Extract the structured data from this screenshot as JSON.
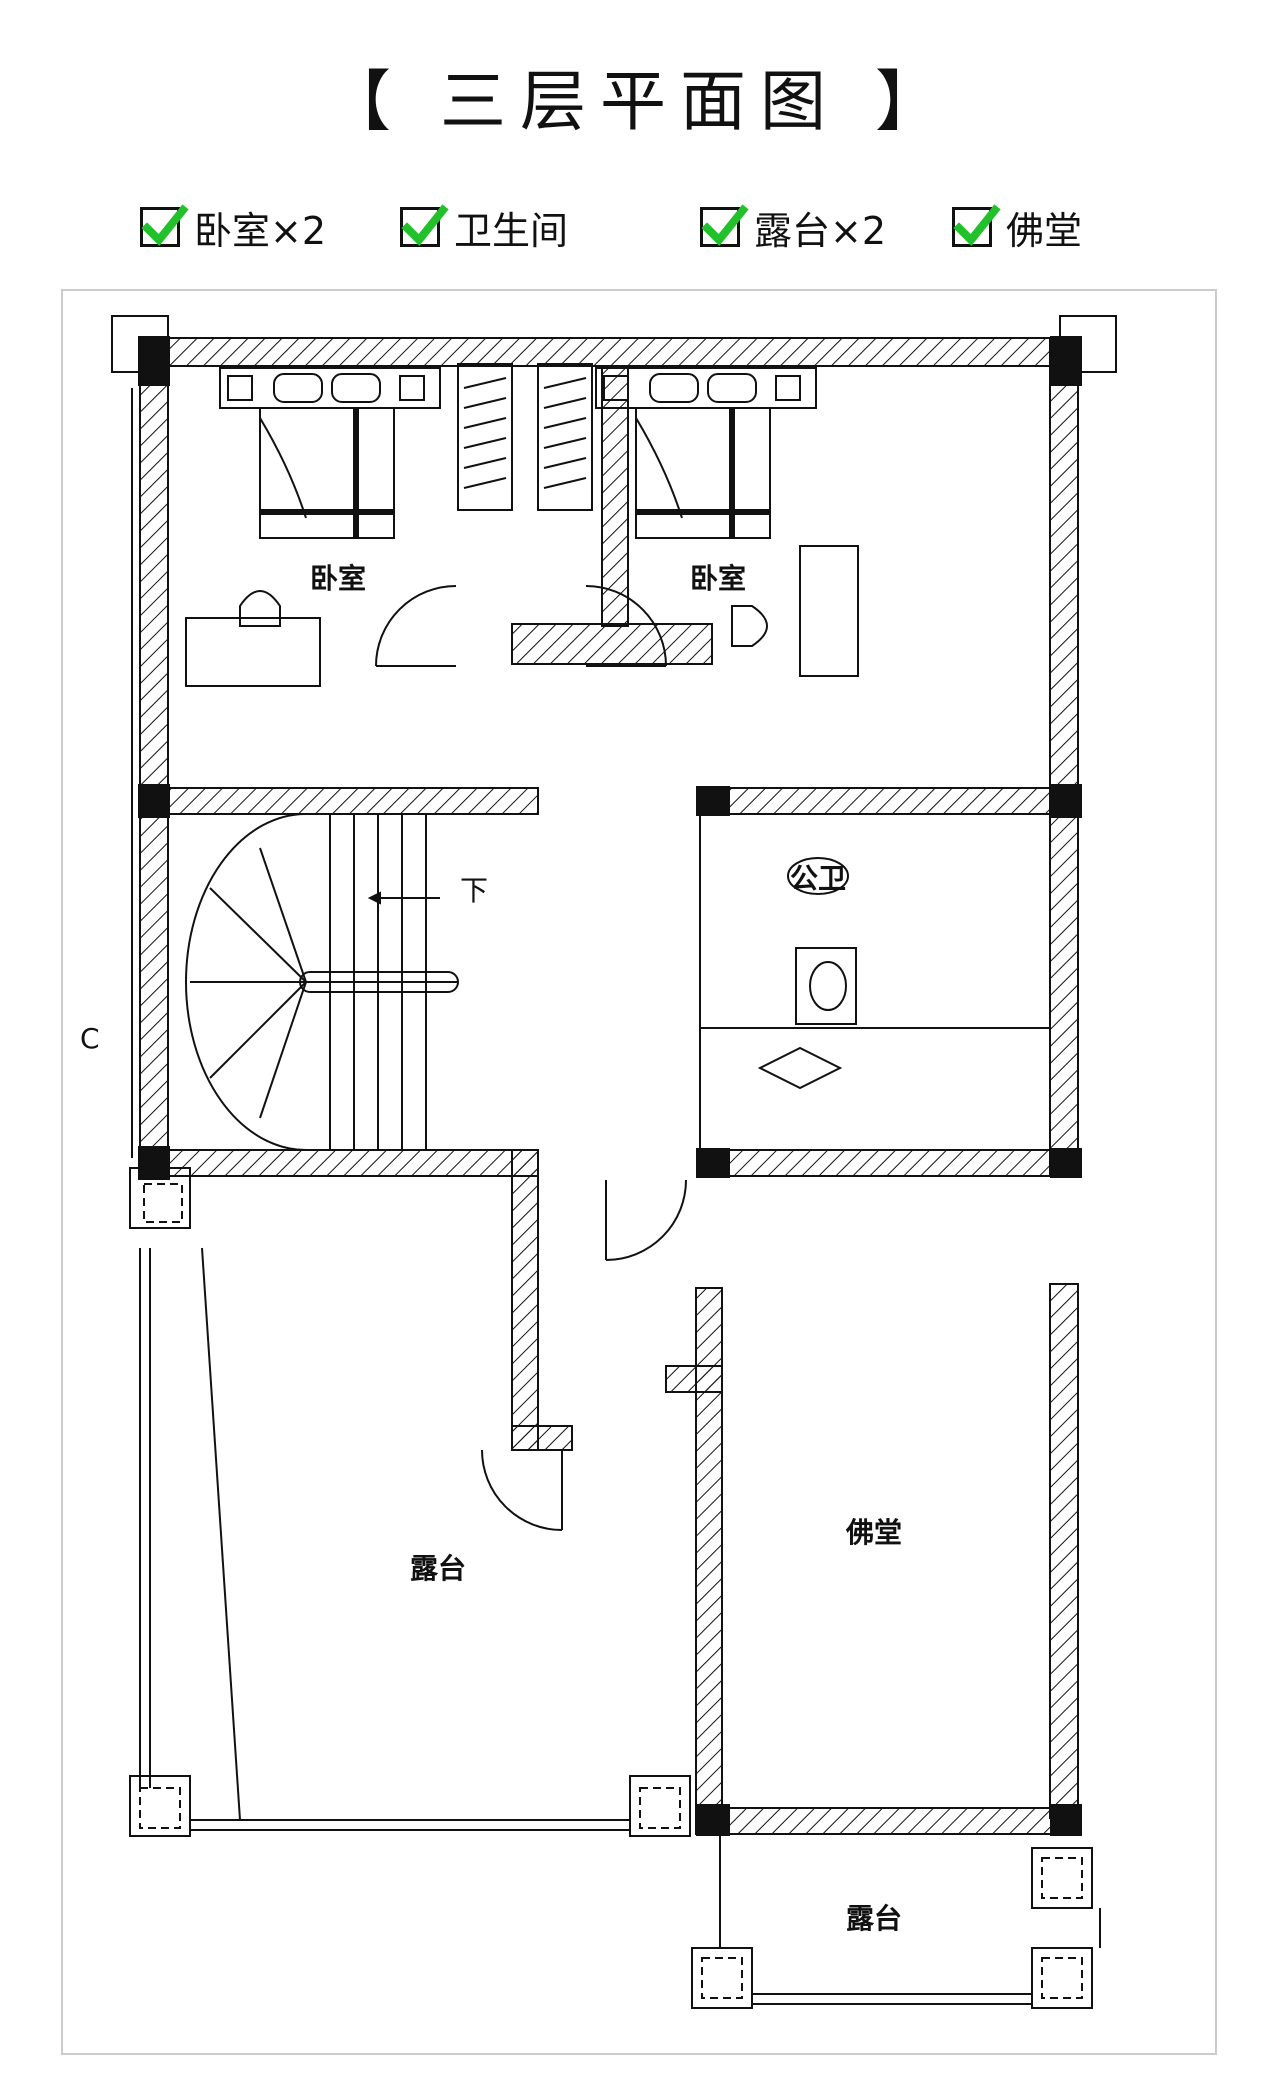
{
  "title": "【 三层平面图 】",
  "legend": [
    {
      "label": "卧室×2",
      "icon": "green-check-icon"
    },
    {
      "label": "卫生间",
      "icon": "green-check-icon"
    },
    {
      "label": "露台×2",
      "icon": "green-check-icon"
    },
    {
      "label": "佛堂",
      "icon": "green-check-icon"
    }
  ],
  "rooms": {
    "bedroom_left": "卧室",
    "bedroom_right": "卧室",
    "bathroom": "公卫",
    "terrace_left": "露台",
    "shrine": "佛堂",
    "terrace_bottom": "露台"
  },
  "marks": {
    "stair_down": "下",
    "section_c": "C"
  },
  "colors": {
    "check": "#22c02a",
    "line": "#111111",
    "border": "#cccccc"
  }
}
